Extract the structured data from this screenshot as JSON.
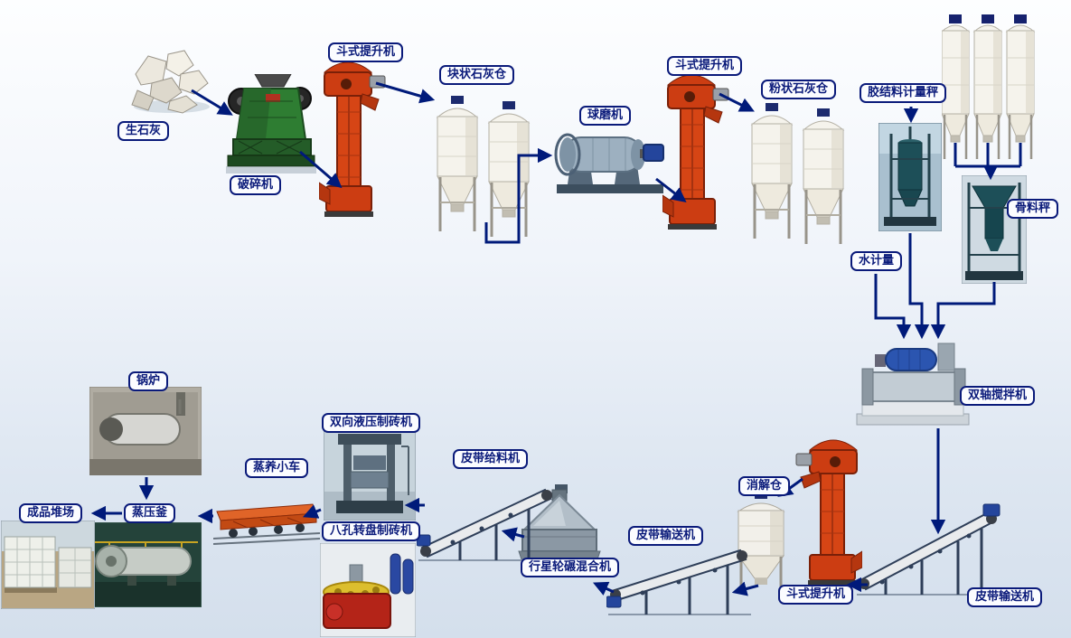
{
  "labels": {
    "quicklime": "生石灰",
    "crusher": "破碎机",
    "bucket_elevator_1": "斗式提升机",
    "lump_lime_silo": "块状石灰仓",
    "ball_mill": "球磨机",
    "bucket_elevator_2": "斗式提升机",
    "powder_lime_silo": "粉状石灰仓",
    "binder_scale": "胶结料计量秤",
    "aggregate_scale": "骨料秤",
    "water_meter": "水计量",
    "twin_shaft_mixer": "双轴搅拌机",
    "belt_conveyor_right": "皮带输送机",
    "bucket_elevator_3": "斗式提升机",
    "slaking_silo": "消解仓",
    "belt_conveyor_mid": "皮带输送机",
    "planetary_mixer": "行星轮碾混合机",
    "belt_feeder": "皮带给料机",
    "hydraulic_brick_machine": "双向液压制砖机",
    "rotary_brick_machine": "八孔转盘制砖机",
    "steam_trolley": "蒸养小车",
    "autoclave": "蒸压釜",
    "boiler": "锅炉",
    "product_yard": "成品堆场"
  },
  "colors": {
    "arrow": "#001a7a",
    "label_border": "#0a1a7a",
    "label_text": "#0a1a7a",
    "label_bg": "#fbfcff",
    "background_top": "#fdfeff",
    "background_bottom": "#d4dfec",
    "elevator_orange": "#d64515",
    "crusher_green": "#2e7d32",
    "silo_white": "#f5f3ec",
    "motor_blue": "#24459c"
  }
}
